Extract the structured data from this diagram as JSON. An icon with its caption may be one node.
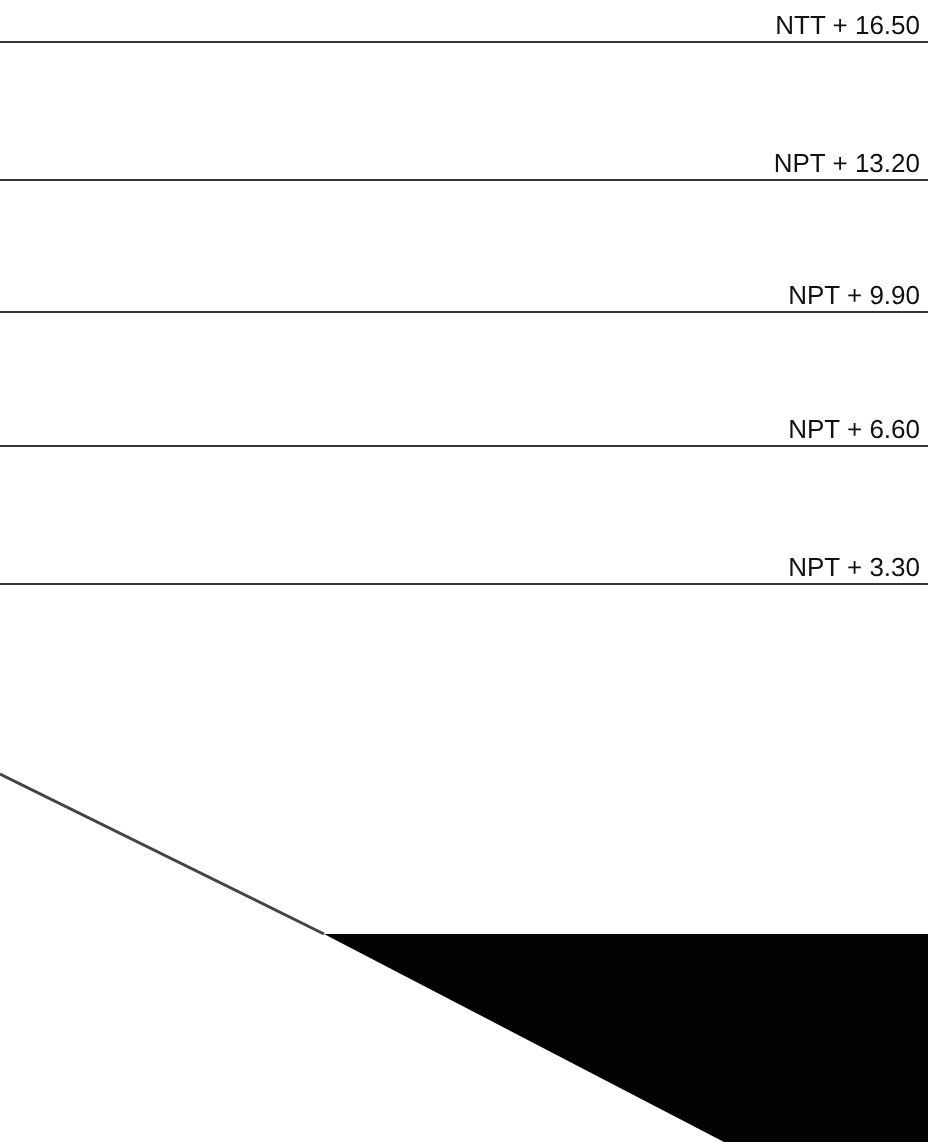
{
  "diagram": {
    "labels": [
      "NTT + 16.50",
      "NPT + 13.20",
      "NPT + 9.90",
      "NPT + 6.60",
      "NPT + 3.30"
    ]
  }
}
